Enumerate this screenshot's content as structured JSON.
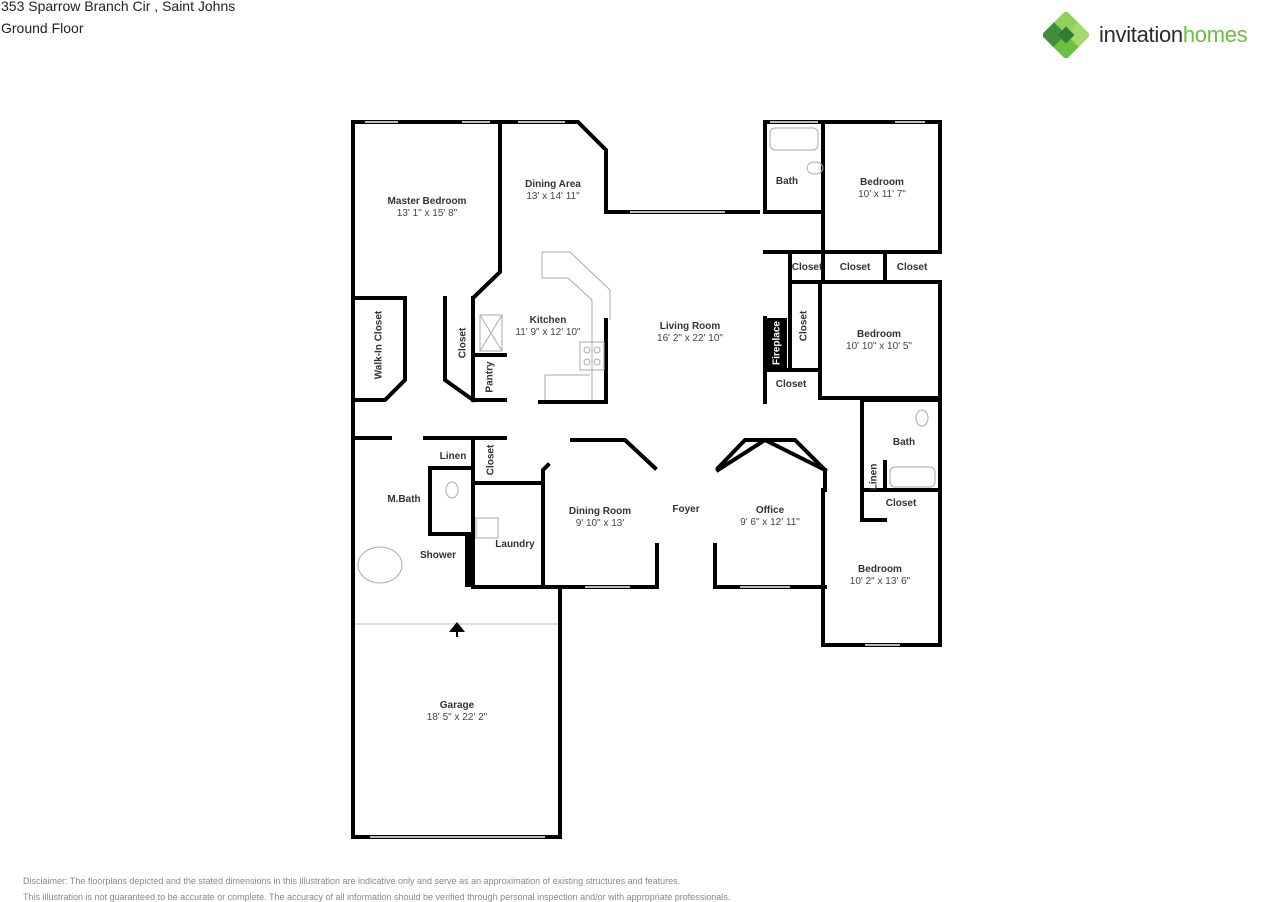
{
  "header": {
    "address": "353 Sparrow Branch Cir , Saint Johns",
    "floor": "Ground Floor"
  },
  "brand": {
    "logo_icon": "green-diamond-logo-icon",
    "name_part1": "invitation",
    "name_part2": "homes",
    "colors": {
      "dark": "#2b2b2b",
      "green": "#6cbf3f",
      "green_dark": "#3f8f3a"
    }
  },
  "rooms": {
    "master_bedroom": {
      "name": "Master Bedroom",
      "dims": "13' 1\" x 15' 8\""
    },
    "dining_area": {
      "name": "Dining Area",
      "dims": "13' x 14' 11\""
    },
    "bath_1": {
      "name": "Bath"
    },
    "bedroom_1": {
      "name": "Bedroom",
      "dims": "10' x 11' 7\""
    },
    "closet_a": {
      "name": "Closet"
    },
    "closet_b": {
      "name": "Closet"
    },
    "closet_c": {
      "name": "Closet"
    },
    "walk_in_closet": {
      "name": "Walk-In Closet"
    },
    "closet_master": {
      "name": "Closet"
    },
    "kitchen": {
      "name": "Kitchen",
      "dims": "11' 9\" x 12' 10\""
    },
    "pantry": {
      "name": "Pantry"
    },
    "living_room": {
      "name": "Living Room",
      "dims": "16' 2\" x 22' 10\""
    },
    "fireplace": {
      "name": "Fireplace"
    },
    "closet_bed2": {
      "name": "Closet"
    },
    "bedroom_2": {
      "name": "Bedroom",
      "dims": "10' 10\" x 10' 5\""
    },
    "closet_hall": {
      "name": "Closet"
    },
    "bath_2": {
      "name": "Bath"
    },
    "linen_2": {
      "name": "Linen"
    },
    "closet_bed3": {
      "name": "Closet"
    },
    "bedroom_3": {
      "name": "Bedroom",
      "dims": "10' 2\" x 13' 6\""
    },
    "linen_1": {
      "name": "Linen"
    },
    "closet_laundry": {
      "name": "Closet"
    },
    "m_bath": {
      "name": "M.Bath"
    },
    "shower": {
      "name": "Shower"
    },
    "laundry": {
      "name": "Laundry"
    },
    "dining_room": {
      "name": "Dining Room",
      "dims": "9' 10\" x 13'"
    },
    "foyer": {
      "name": "Foyer"
    },
    "office": {
      "name": "Office",
      "dims": "9' 6\" x 12' 11\""
    },
    "garage": {
      "name": "Garage",
      "dims": "18' 5\" x 22' 2\""
    }
  },
  "disclaimer": {
    "line1": "Disclaimer: The floorplans depicted and the stated dimensions in this illustration are indicative only and serve as an approximation of existing structures and features.",
    "line2": "This illustration is not guaranteed to be accurate or complete. The accuracy of all information should be verified through personal inspection and/or with appropriate professionals."
  }
}
